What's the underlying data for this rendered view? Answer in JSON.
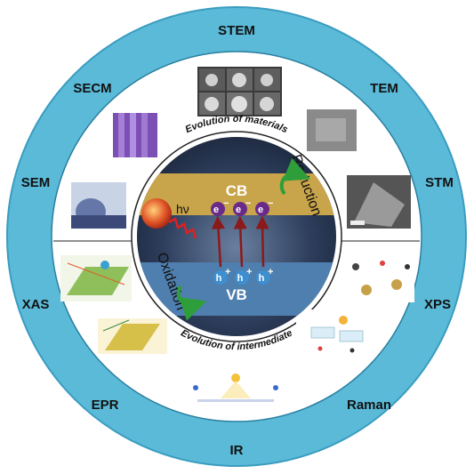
{
  "techniques": {
    "stem": "STEM",
    "tem": "TEM",
    "stm": "STM",
    "xps": "XPS",
    "raman": "Raman",
    "ir": "IR",
    "epr": "EPR",
    "xas": "XAS",
    "sem": "SEM",
    "secm": "SECM"
  },
  "arcs": {
    "materials": "Evolution of materials",
    "intermediate": "Evolution of intermediate"
  },
  "center": {
    "cb": "CB",
    "vb": "VB",
    "electron": "e",
    "electron_sup": "−",
    "hole": "h",
    "hole_sup": "+",
    "reduction": "Reduction",
    "oxidation": "Oxidation",
    "light": "hν"
  },
  "colors": {
    "outer_ring": "#5bbad8",
    "band_gold": "#c8a44a",
    "band_blue": "#4f7fae",
    "arrow_red": "#8b1a1a",
    "cycle_green": "#2e9e3a"
  }
}
